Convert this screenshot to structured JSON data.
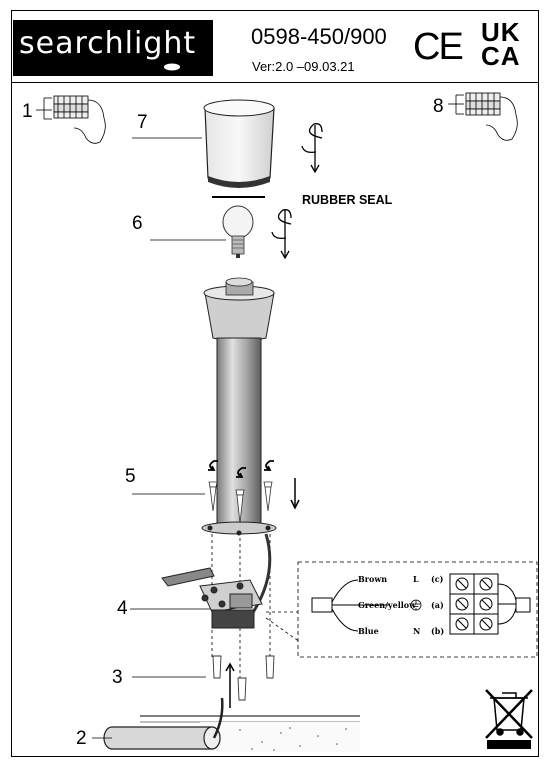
{
  "header": {
    "brand": "searchlight",
    "model_number": "0598-450/900",
    "version": "Ver:2.0 –09.03.21",
    "ce_mark": "CE",
    "ukca_mark": [
      "UK",
      "CA"
    ]
  },
  "steps": {
    "step1": "1",
    "step2": "2",
    "step3": "3",
    "step4": "4",
    "step4b": "4",
    "step5": "5",
    "step6": "6",
    "step7": "7",
    "step8": "8"
  },
  "labels": {
    "rubber_seal": "RUBBER SEAL"
  },
  "wiring": {
    "brown": "Brown",
    "green_yellow": "Green/yellow",
    "blue": "Blue",
    "live": "L",
    "neutral": "N",
    "terminal_c": "(c)",
    "terminal_a": "(a)",
    "terminal_b": "(b)"
  },
  "icons": {
    "weee": "crossed-out-bin-icon",
    "earth": "earth-symbol-icon"
  }
}
